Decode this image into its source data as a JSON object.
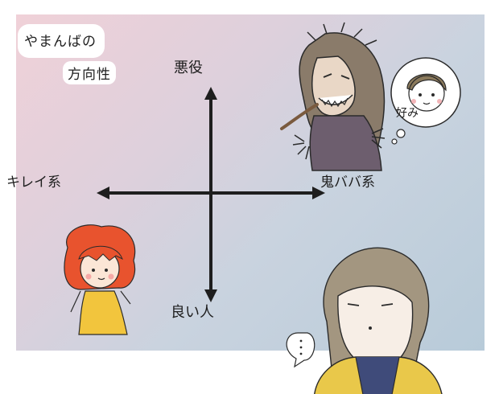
{
  "title": {
    "line1": "やまんばの",
    "line2": "方向性"
  },
  "axes": {
    "top": "悪役",
    "bottom": "良い人",
    "left": "キレイ系",
    "right": "鬼ババ系"
  },
  "bubble": {
    "label": "好み"
  },
  "colors": {
    "panel_left": "#f0d1d8",
    "panel_right": "#b8cbd9",
    "ink": "#1e1e1e",
    "hair_red": "#e8532e",
    "dress_yellow": "#f2c53d",
    "hood_yellow": "#e9c84a",
    "hair_brown": "#8b7a5c"
  },
  "icons": [
    "axis-arrows",
    "witch-illustration",
    "girl-illustration",
    "person-illustration",
    "face-thought-bubble-icon"
  ]
}
